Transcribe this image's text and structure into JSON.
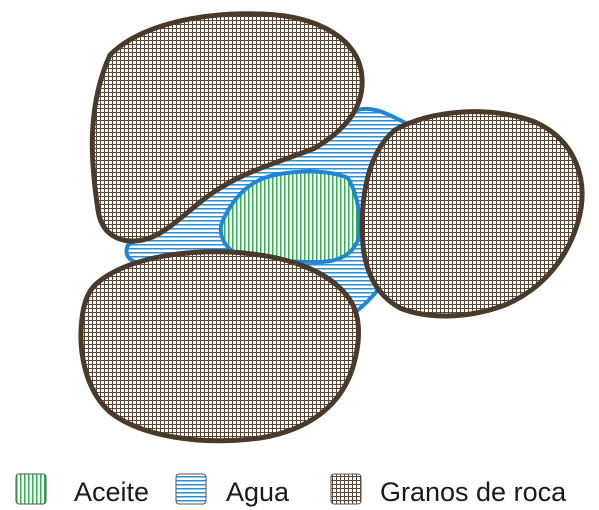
{
  "legend": {
    "items": [
      {
        "key": "oil",
        "label": "Aceite",
        "color": "#2fb34a",
        "pattern": "vertical-lines"
      },
      {
        "key": "water",
        "label": "Agua",
        "color": "#2a8fd8",
        "pattern": "horizontal-lines"
      },
      {
        "key": "rock",
        "label": "Granos de roca",
        "color": "#5a4636",
        "pattern": "grid"
      }
    ]
  },
  "colors": {
    "oil": "#2fb34a",
    "water": "#2a8fd8",
    "water_outline": "#1f86d6",
    "rock": "#5a4636",
    "rock_outline": "#4a3a2c"
  }
}
